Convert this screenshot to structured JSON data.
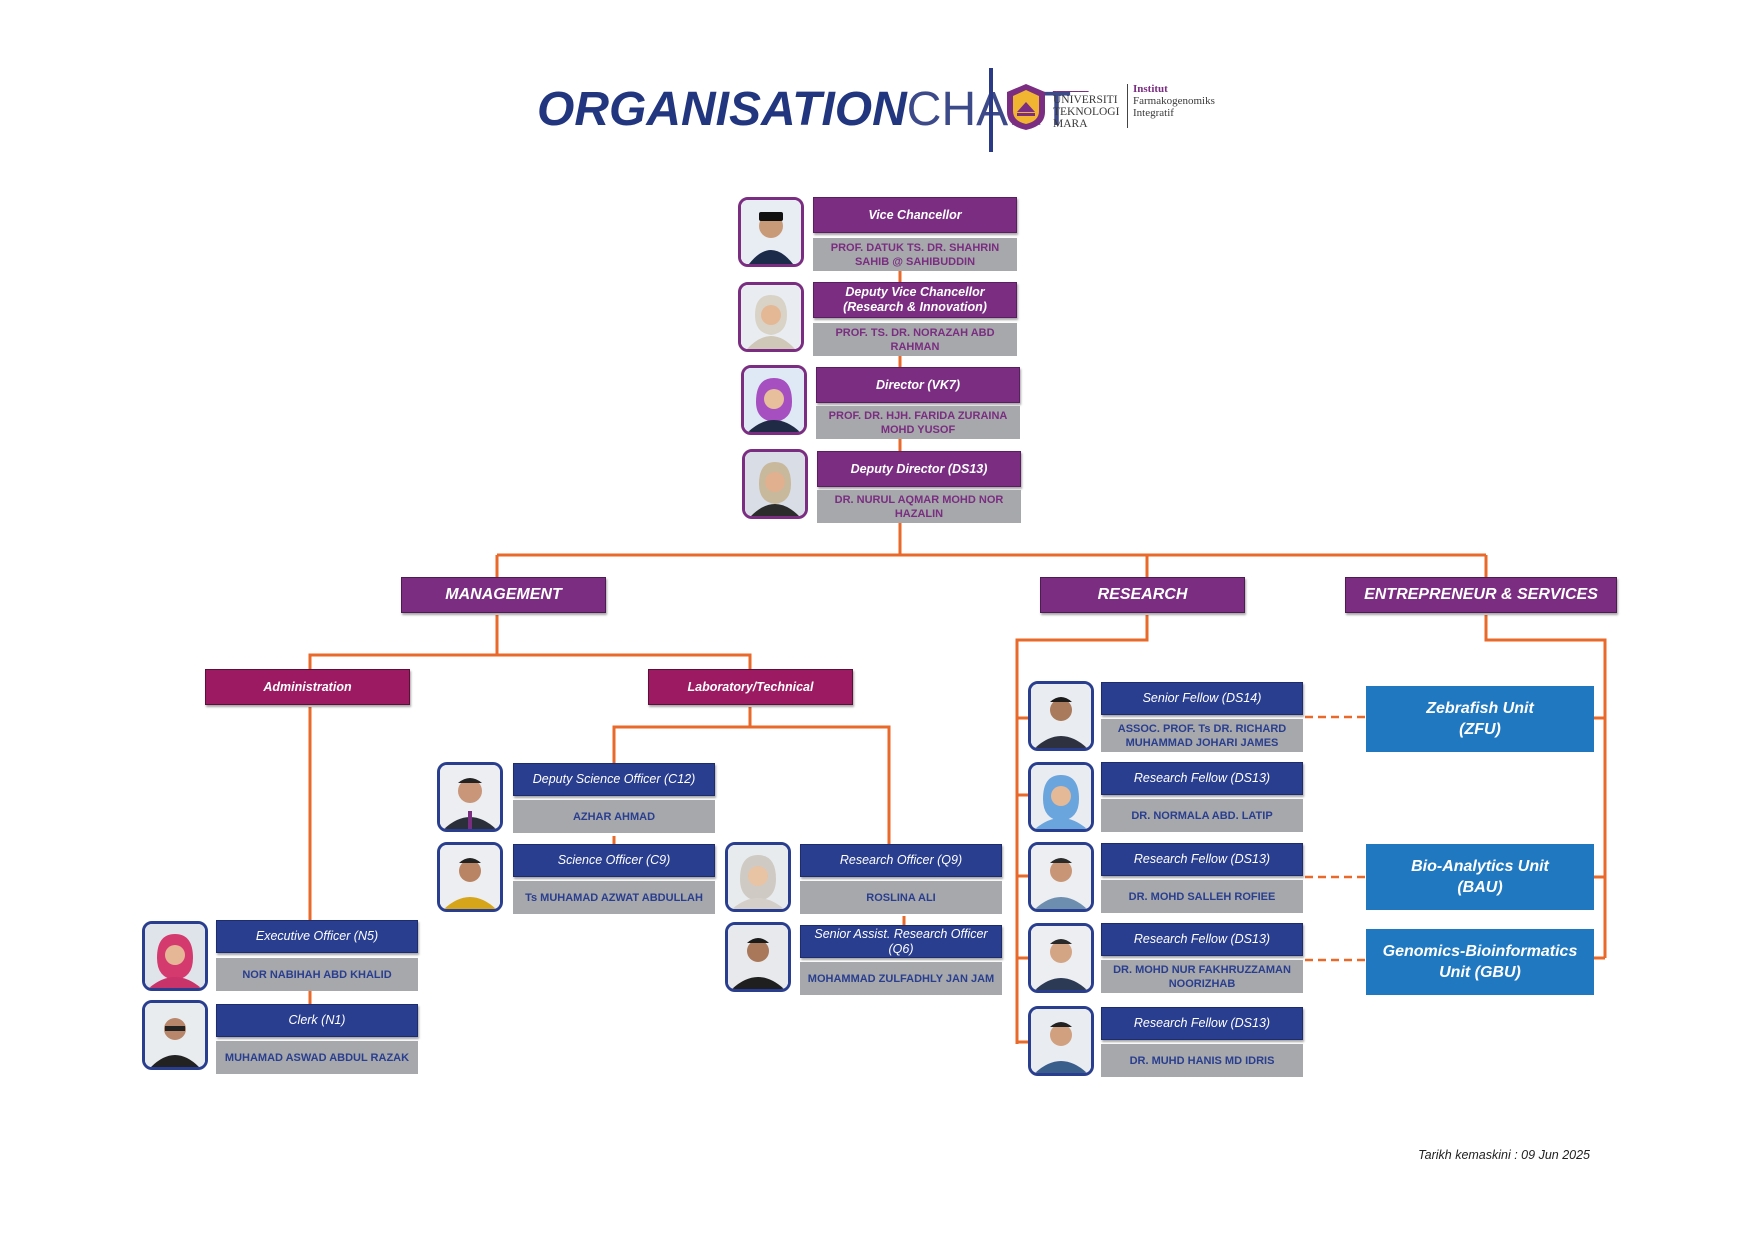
{
  "header": {
    "title_bold": "ORGANISATION",
    "title_light": "CHART",
    "uitm_lines": [
      "UNIVERSITI",
      "TEKNOLOGI",
      "MARA"
    ],
    "institute_lines": [
      "Institut",
      "Farmakogenomiks",
      "Integratif"
    ]
  },
  "top": [
    {
      "role": "Vice Chancellor",
      "name": "PROF. DATUK TS. DR. SHAHRIN SAHIB @ SAHIBUDDIN"
    },
    {
      "role": "Deputy Vice Chancellor (Research & Innovation)",
      "name": "PROF. TS.  DR. NORAZAH ABD RAHMAN"
    },
    {
      "role": "Director (VK7)",
      "name": "PROF. DR. HJH. FARIDA ZURAINA MOHD YUSOF"
    },
    {
      "role": "Deputy Director (DS13)",
      "name": "DR. NURUL AQMAR MOHD NOR HAZALIN"
    }
  ],
  "departments": {
    "management": "MANAGEMENT",
    "research": "RESEARCH",
    "entrepreneur": "ENTREPRENEUR & SERVICES"
  },
  "subdepartments": {
    "administration": "Administration",
    "laboratory": "Laboratory/Technical"
  },
  "administration_staff": [
    {
      "role": "Executive Officer (N5)",
      "name": "NOR NABIHAH ABD KHALID"
    },
    {
      "role": "Clerk (N1)",
      "name": "MUHAMAD ASWAD ABDUL RAZAK"
    }
  ],
  "lab_staff_left": [
    {
      "role": "Deputy Science Officer (C12)",
      "name": "AZHAR AHMAD"
    },
    {
      "role": "Science Officer (C9)",
      "name": "Ts MUHAMAD AZWAT ABDULLAH"
    }
  ],
  "lab_staff_right": [
    {
      "role": "Research Officer (Q9)",
      "name": "ROSLINA ALI"
    },
    {
      "role": "Senior Assist. Research Officer (Q6)",
      "name": "MOHAMMAD ZULFADHLY JAN JAM"
    }
  ],
  "research_staff": [
    {
      "role": "Senior Fellow (DS14)",
      "name": "ASSOC. PROF. Ts DR. RICHARD MUHAMMAD JOHARI JAMES"
    },
    {
      "role": "Research Fellow (DS13)",
      "name": "DR. NORMALA ABD. LATIP"
    },
    {
      "role": "Research Fellow (DS13)",
      "name": "DR. MOHD SALLEH ROFIEE"
    },
    {
      "role": "Research Fellow (DS13)",
      "name": "DR. MOHD NUR FAKHRUZZAMAN NOORIZHAB"
    },
    {
      "role": "Research Fellow (DS13)",
      "name": "DR. MUHD HANIS MD IDRIS"
    }
  ],
  "units": [
    {
      "label": "Zebrafish Unit\n(ZFU)"
    },
    {
      "label": "Bio-Analytics Unit\n(BAU)"
    },
    {
      "label": "Genomics-Bioinformatics\nUnit (GBU)"
    }
  ],
  "footer": "Tarikh kemaskini : 09 Jun 2025",
  "colors": {
    "purple": "#7a2d81",
    "magenta": "#9b1a62",
    "navy": "#2a3e8f",
    "unit_blue": "#2079c0",
    "connector": "#e8692a",
    "name_grey": "#a6a8ab"
  }
}
